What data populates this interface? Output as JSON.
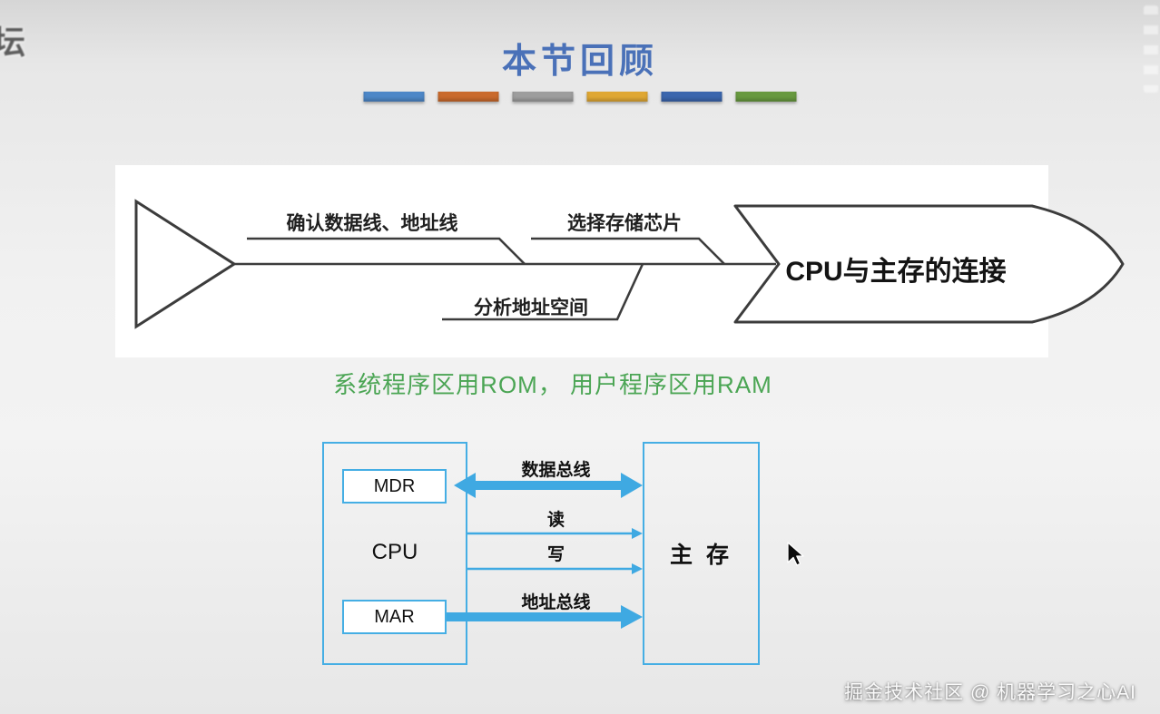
{
  "slide": {
    "title": "本节回顾",
    "bar_styles": [
      "background:#4d87c7",
      "background:#c96a2c",
      "background:#9d9d9d",
      "background:#dfa733",
      "background:#3b66ad",
      "background:#68993f"
    ]
  },
  "fishbone": {
    "branch_top_left": "确认数据线、地址线",
    "branch_top_right": "选择存储芯片",
    "branch_bottom": "分析地址空间",
    "head_title": "CPU与主存的连接"
  },
  "note_text": "系统程序区用ROM， 用户程序区用RAM",
  "cpu_diagram": {
    "cpu": "CPU",
    "mdr": "MDR",
    "mar": "MAR",
    "memory": "主 存",
    "data_bus": "数据总线",
    "read": "读",
    "write": "写",
    "address_bus": "地址总线",
    "accent_color": "#3fa9e2"
  },
  "watermarks": {
    "top_left": "坛",
    "bottom_right": "掘金技术社区 @ 机器学习之心AI"
  }
}
